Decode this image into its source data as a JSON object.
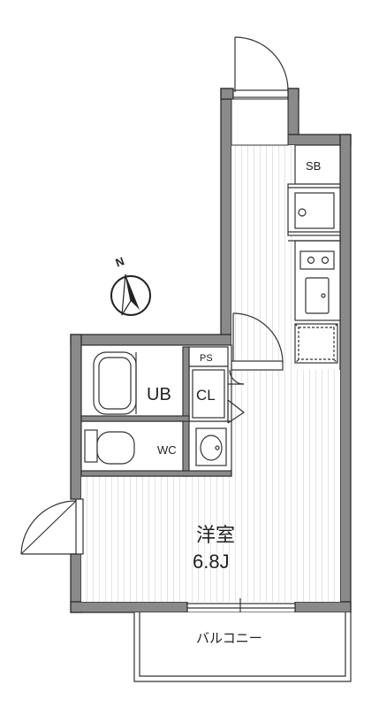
{
  "rooms": {
    "sb": "SB",
    "ps": "PS",
    "ub": "UB",
    "cl": "CL",
    "wc": "WC",
    "western_room": "洋室",
    "western_room_size": "6.8J",
    "balcony": "バルコニー"
  },
  "compass": {
    "north": "N"
  },
  "colors": {
    "wall": "#8a8a8a",
    "wall_outline": "#222222",
    "line": "#333333",
    "floor_stripe": "#e6e6e6",
    "background": "#ffffff"
  }
}
